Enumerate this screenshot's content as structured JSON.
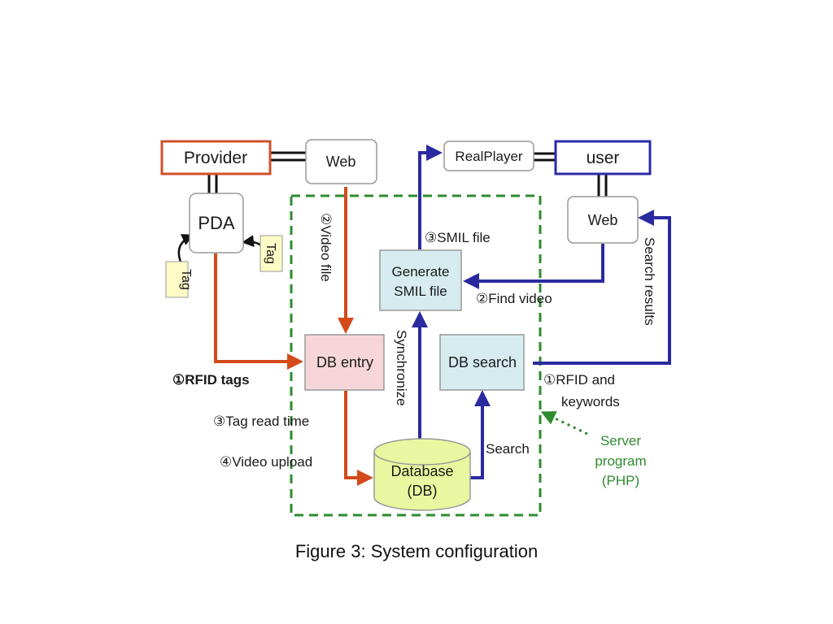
{
  "nodes": {
    "provider": "Provider",
    "web_left": "Web",
    "pda": "PDA",
    "tag_left": "Tag",
    "tag_right": "Tag",
    "realplayer": "RealPlayer",
    "user": "user",
    "web_right": "Web",
    "generate_smil_line1": "Generate",
    "generate_smil_line2": "SMIL file",
    "db_entry": "DB entry",
    "db_search": "DB search",
    "database_line1": "Database",
    "database_line2": "(DB)"
  },
  "labels": {
    "video_file": "②Video file",
    "smil_file": "③SMIL file",
    "find_video": "②Find video",
    "search_results": "Search results",
    "synchronize": "Synchronize",
    "rfid_tags": "①RFID tags",
    "rfid_keywords_line1": "①RFID and",
    "rfid_keywords_line2": "keywords",
    "tag_read_time": "③Tag read time",
    "video_upload": "④Video upload",
    "search": "Search",
    "server_line1": "Server",
    "server_line2": "program",
    "server_line3": "(PHP)"
  },
  "caption": "Figure 3: System configuration",
  "colors": {
    "provider_border": "#d0502a",
    "user_border": "#2a2aa8",
    "orange_arrow": "#d44a1a",
    "blue_arrow": "#2a2aa0",
    "green_dash": "#2e8b2e",
    "db_entry_fill": "#f6d6d8",
    "smil_fill": "#d6ecf0",
    "database_fill": "#e8f7a0",
    "tag_fill": "#fdfbc6"
  }
}
